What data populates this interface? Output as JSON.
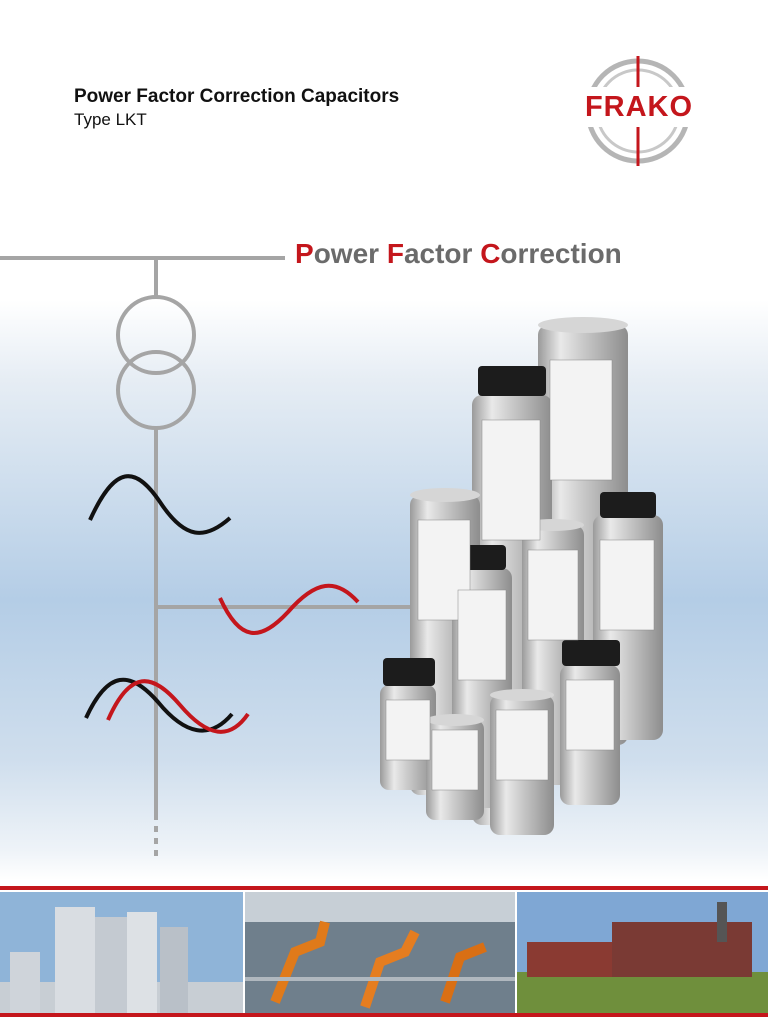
{
  "header": {
    "title": "Power Factor Correction Capacitors",
    "subtitle": "Type LKT"
  },
  "logo": {
    "text": "FRAKO"
  },
  "headline": {
    "parts": [
      {
        "initial": "P",
        "rest": "ower "
      },
      {
        "initial": "F",
        "rest": "actor "
      },
      {
        "initial": "C",
        "rest": "orrection"
      }
    ]
  },
  "colors": {
    "brand_red": "#c4161c",
    "gray_text": "#6b6b6b",
    "diagram_gray": "#a5a5a5"
  },
  "photos": [
    {
      "name": "photo-silos",
      "icon": "silo-tanks-image"
    },
    {
      "name": "photo-robots",
      "icon": "industrial-robots-image"
    },
    {
      "name": "photo-plant",
      "icon": "industrial-plant-image"
    }
  ]
}
